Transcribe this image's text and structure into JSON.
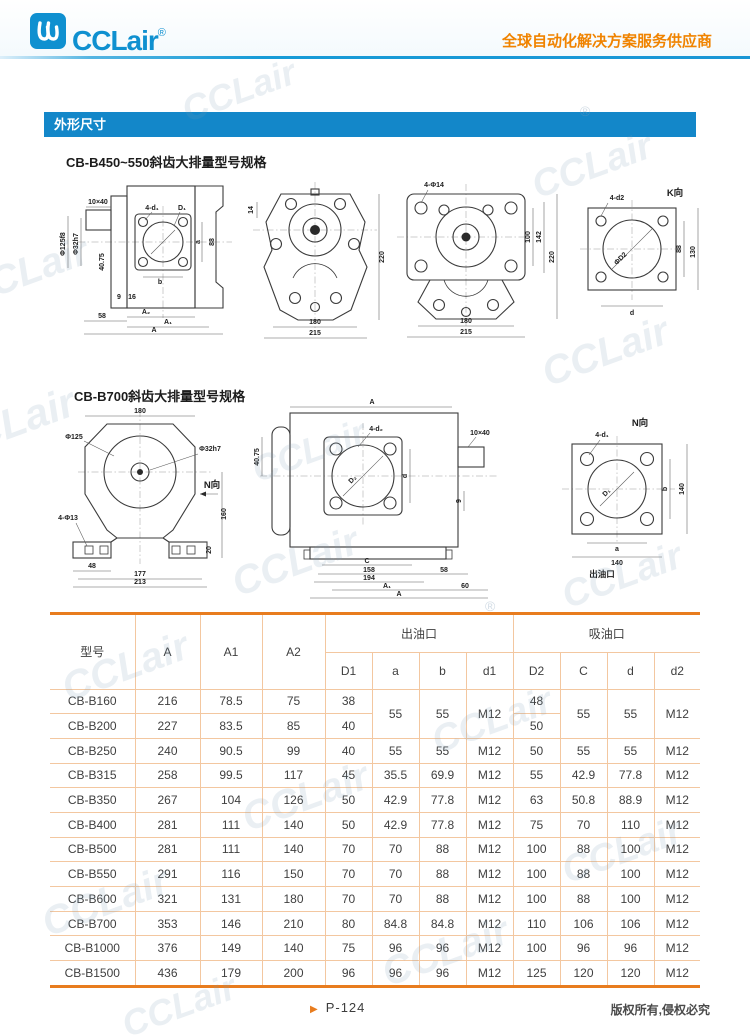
{
  "header": {
    "logo": "CCLair",
    "logo_reg": "®",
    "slogan": "全球自动化解决方案服务供应商"
  },
  "section_bar": {
    "title": "外形尺寸"
  },
  "section1": {
    "title": "CB-B450~550斜齿大排量型号规格"
  },
  "section2": {
    "title": "CB-B700斜齿大排量型号规格"
  },
  "watermark": {
    "text": "CCLair",
    "reg": "®"
  },
  "drawings": {
    "d1": {
      "k10x40": "10×40",
      "kphi125": "Φ125f8",
      "kphi32": "Φ32h7",
      "k4075": "40.75",
      "k4d1": "4-d₁",
      "kD1": "D₁",
      "ka": "a",
      "k88": "88",
      "kb": "b",
      "k9": "9",
      "k16": "16",
      "k58": "58",
      "kA2": "A₂",
      "kA1": "A₁",
      "kA": "A"
    },
    "d2": {
      "k14": "14",
      "k220": "220",
      "k180": "180",
      "k215": "215"
    },
    "d3": {
      "k4phi14": "4-Φ14",
      "k100": "100",
      "k142": "142",
      "k220": "220",
      "k180": "180",
      "k215": "215"
    },
    "d4": {
      "title": "K向",
      "k4d2": "4-d2",
      "kphiD2": "ΦD2",
      "k88": "88",
      "k130": "130",
      "kd": "d"
    },
    "d5": {
      "k180": "180",
      "kphi125": "Φ125",
      "kphi32h7": "Φ32h7",
      "knview": "N向",
      "k4phi13": "4-Φ13",
      "k48": "48",
      "k177": "177",
      "k213": "213",
      "k160": "160",
      "k20": "20"
    },
    "d6": {
      "kAtop": "A",
      "k4d2": "4-d₂",
      "k10x40": "10×40",
      "k4075": "40.75",
      "kD2": "D₂",
      "kd": "d",
      "k9": "9",
      "kC": "C",
      "k158": "158",
      "k194": "194",
      "k58": "58",
      "kA1": "A₁",
      "k60": "60",
      "kA": "A"
    },
    "d7": {
      "title": "N向",
      "k4d1": "4-d₁",
      "kD1": "D₁",
      "kb": "b",
      "k140v": "140",
      "ka": "a",
      "k140h": "140",
      "caption": "出油口"
    }
  },
  "table": {
    "top_headers": {
      "model": "型号",
      "A": "A",
      "A1": "A1",
      "A2": "A2",
      "outlet": "出油口",
      "inlet": "吸油口"
    },
    "sub_headers": [
      "D1",
      "a",
      "b",
      "d1",
      "D2",
      "C",
      "d",
      "d2"
    ],
    "rows": [
      [
        "CB-B160",
        "216",
        "78.5",
        "75",
        "38",
        {
          "v": "55",
          "rs": 2
        },
        {
          "v": "55",
          "rs": 2
        },
        {
          "v": "M12",
          "rs": 2
        },
        "48",
        {
          "v": "55",
          "rs": 2
        },
        {
          "v": "55",
          "rs": 2
        },
        {
          "v": "M12",
          "rs": 2
        }
      ],
      [
        "CB-B200",
        "227",
        "83.5",
        "85",
        "40",
        null,
        null,
        null,
        "50",
        null,
        null,
        null
      ],
      [
        "CB-B250",
        "240",
        "90.5",
        "99",
        "40",
        "55",
        "55",
        "M12",
        "50",
        "55",
        "55",
        "M12"
      ],
      [
        "CB-B315",
        "258",
        "99.5",
        "117",
        "45",
        "35.5",
        "69.9",
        "M12",
        "55",
        "42.9",
        "77.8",
        "M12"
      ],
      [
        "CB-B350",
        "267",
        "104",
        "126",
        "50",
        "42.9",
        "77.8",
        "M12",
        "63",
        "50.8",
        "88.9",
        "M12"
      ],
      [
        "CB-B400",
        "281",
        "111",
        "140",
        "50",
        "42.9",
        "77.8",
        "M12",
        "75",
        "70",
        "110",
        "M12"
      ],
      [
        "CB-B500",
        "281",
        "111",
        "140",
        "70",
        "70",
        "88",
        "M12",
        "100",
        "88",
        "100",
        "M12"
      ],
      [
        "CB-B550",
        "291",
        "116",
        "150",
        "70",
        "70",
        "88",
        "M12",
        "100",
        "88",
        "100",
        "M12"
      ],
      [
        "CB-B600",
        "321",
        "131",
        "180",
        "70",
        "70",
        "88",
        "M12",
        "100",
        "88",
        "100",
        "M12"
      ],
      [
        "CB-B700",
        "353",
        "146",
        "210",
        "80",
        "84.8",
        "84.8",
        "M12",
        "110",
        "106",
        "106",
        "M12"
      ],
      [
        "CB-B1000",
        "376",
        "149",
        "140",
        "75",
        "96",
        "96",
        "M12",
        "100",
        "96",
        "96",
        "M12"
      ],
      [
        "CB-B1500",
        "436",
        "179",
        "200",
        "96",
        "96",
        "96",
        "M12",
        "125",
        "120",
        "120",
        "M12"
      ]
    ]
  },
  "footer": {
    "arrow": "▶",
    "page": "P-124",
    "copyright": "版权所有,侵权必究"
  }
}
